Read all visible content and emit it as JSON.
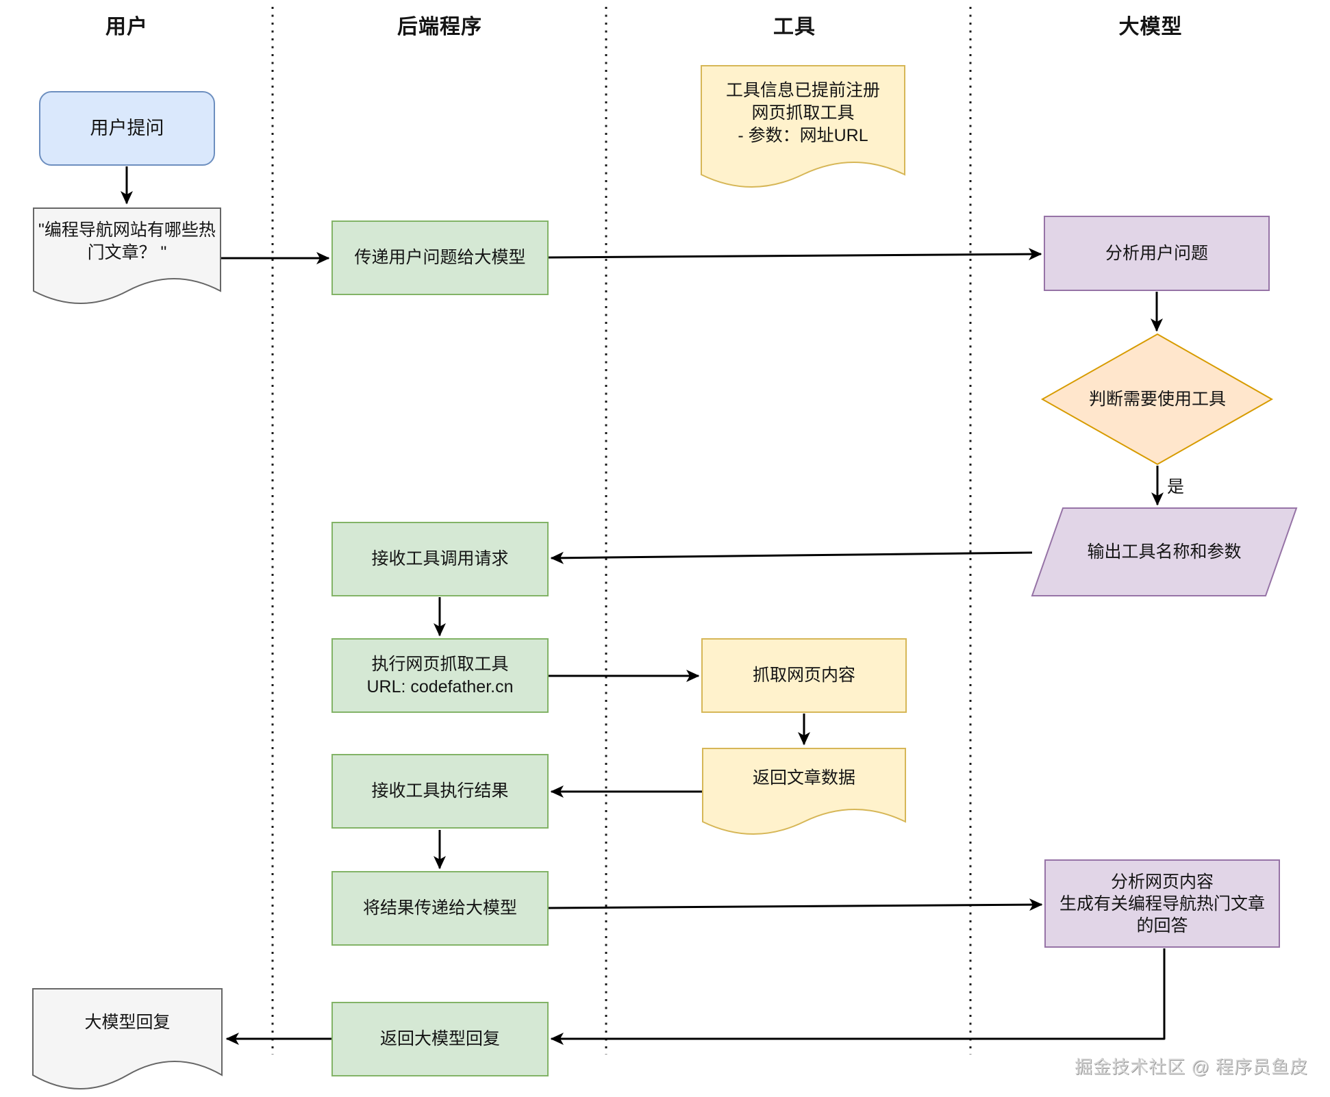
{
  "diagram": {
    "lanes": [
      "用户",
      "后端程序",
      "工具",
      "大模型"
    ],
    "nodes": {
      "user_ask": "用户提问",
      "user_question": {
        "lines": [
          "\"编程导航网站有哪些热",
          "门文章？ \""
        ]
      },
      "tool_note": {
        "lines": [
          "工具信息已提前注册",
          "网页抓取工具",
          "- 参数：网址URL"
        ]
      },
      "pass_question": "传递用户问题给大模型",
      "analyze_question": "分析用户问题",
      "decide_tool": "判断需要使用工具",
      "yes_label": "是",
      "output_tool": "输出工具名称和参数",
      "receive_call": "接收工具调用请求",
      "execute_tool": {
        "lines": [
          "执行网页抓取工具",
          "URL: codefather.cn"
        ]
      },
      "fetch_web": "抓取网页内容",
      "return_articles": "返回文章数据",
      "receive_result": "接收工具执行结果",
      "pass_result": "将结果传递给大模型",
      "analyze_web": {
        "lines": [
          "分析网页内容",
          "生成有关编程导航热门文章",
          "的回答"
        ]
      },
      "return_reply": "返回大模型回复",
      "model_reply": "大模型回复"
    },
    "watermark": "掘金技术社区 @ 程序员鱼皮",
    "colors": {
      "blue_fill": "#dae8fc",
      "blue_stroke": "#6c8ebf",
      "green_fill": "#d5e8d4",
      "green_stroke": "#82b366",
      "yellow_fill": "#fff2cc",
      "yellow_stroke": "#d6b656",
      "orange_fill": "#ffe6cc",
      "orange_stroke": "#d79b00",
      "purple_fill": "#e1d5e7",
      "purple_stroke": "#9673a6",
      "gray_fill": "#f5f5f5",
      "gray_stroke": "#666666",
      "line": "#000000"
    }
  }
}
